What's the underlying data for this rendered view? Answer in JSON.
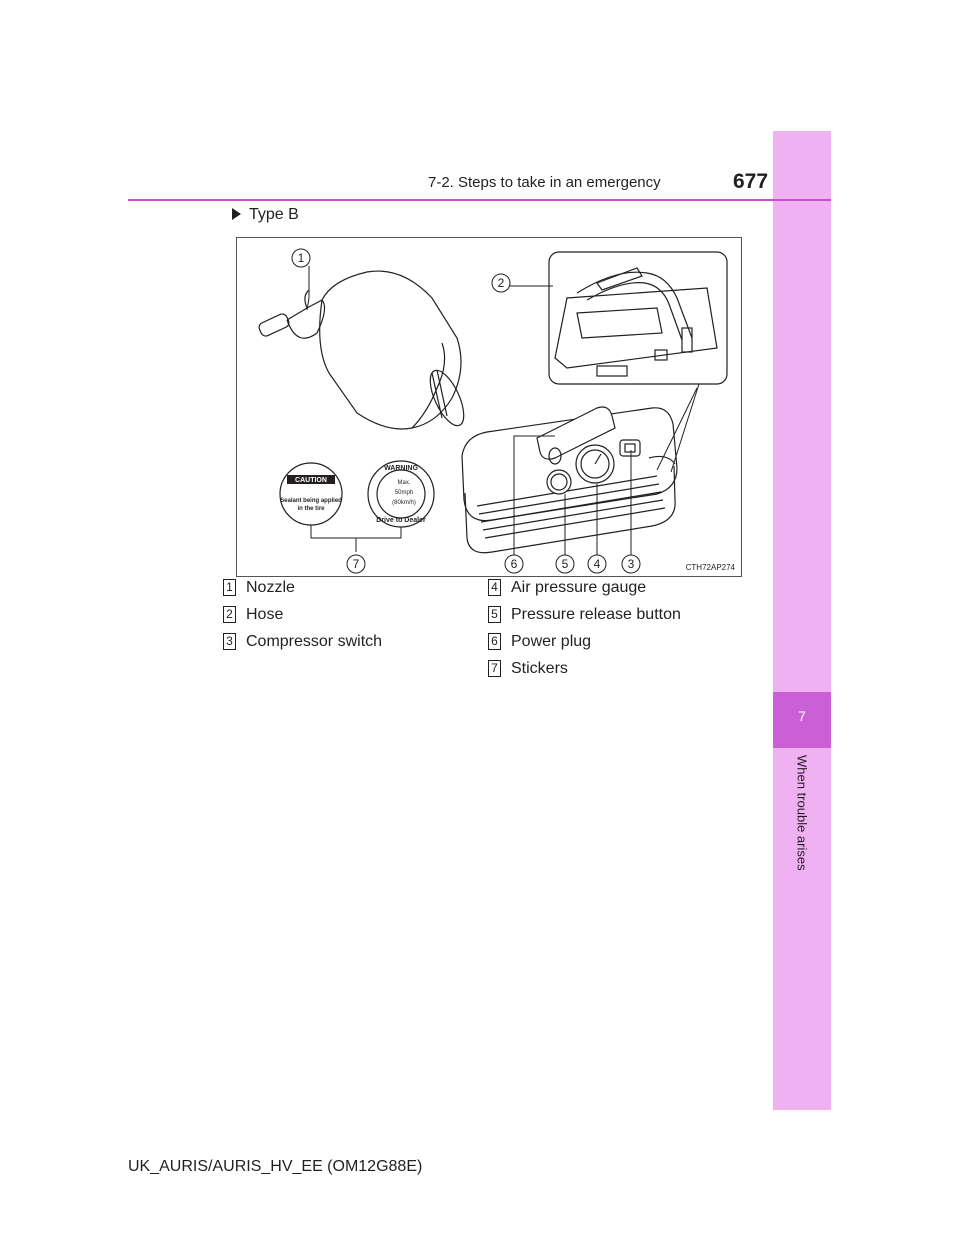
{
  "header": {
    "section_title": "7-2. Steps to take in an emergency",
    "page_number": "677"
  },
  "side_tab": {
    "chapter_number": "7",
    "chapter_label": "When trouble arises"
  },
  "subheading": "Type B",
  "figure": {
    "code": "CTH72AP274",
    "callouts": [
      "1",
      "2",
      "3",
      "4",
      "5",
      "6",
      "7"
    ],
    "sticker_caution": {
      "title": "CAUTION",
      "line1": "Sealant being applied",
      "line2": "in the tire"
    },
    "sticker_warning": {
      "title": "WARNING",
      "line1": "Max.",
      "line2": "50mph",
      "line3": "(80km/h)",
      "arc_text": "Drive to Dealer"
    }
  },
  "legend": [
    {
      "num": "1",
      "label": "Nozzle"
    },
    {
      "num": "2",
      "label": "Hose"
    },
    {
      "num": "3",
      "label": "Compressor switch"
    },
    {
      "num": "4",
      "label": "Air pressure gauge"
    },
    {
      "num": "5",
      "label": "Pressure release button"
    },
    {
      "num": "6",
      "label": "Power plug"
    },
    {
      "num": "7",
      "label": "Stickers"
    }
  ],
  "footer": "UK_AURIS/AURIS_HV_EE (OM12G88E)"
}
